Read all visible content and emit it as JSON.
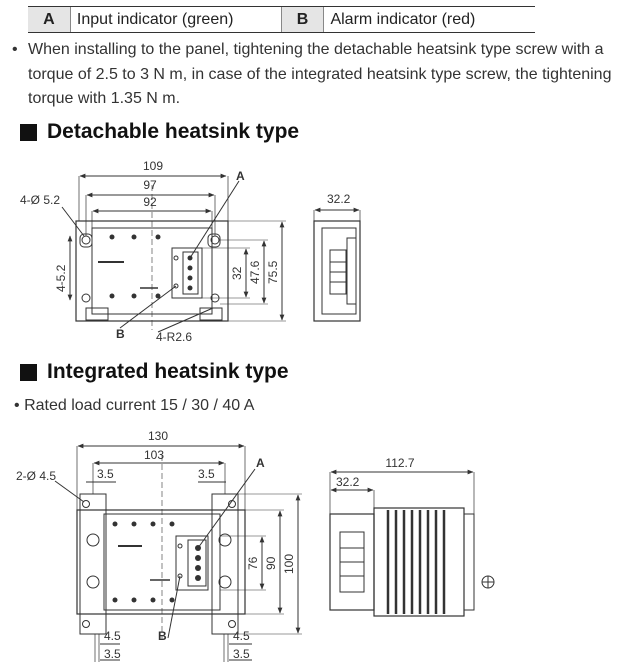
{
  "legend": {
    "a_key": "A",
    "a_label": "Input indicator (green)",
    "b_key": "B",
    "b_label": "Alarm indicator (red)"
  },
  "note": {
    "bullet": "•",
    "text": "When installing to the panel, tightening the detachable heatsink type screw with a torque of 2.5 to 3 N m, in case of the integrated heatsink type screw, the tightening torque with 1.35 N m."
  },
  "detachable": {
    "title": "Detachable heatsink type",
    "dims": {
      "width_total": "109",
      "width_mid": "97",
      "width_inner": "92",
      "hole": "4-Ø 5.2",
      "side_slot": "4-5.2",
      "h32": "32",
      "h47": "47.6",
      "h75": "75.5",
      "radius": "4-R2.6",
      "depth": "32.2",
      "label_a": "A",
      "label_b": "B"
    }
  },
  "integrated": {
    "title": "Integrated heatsink type",
    "bullet": "•",
    "rated": "Rated load current 15 / 30 / 40 A",
    "dims": {
      "width_total": "130",
      "width_mid": "103",
      "hole": "2-Ø 4.5",
      "offset_left": "3.5",
      "offset_right": "3.5",
      "h76": "76",
      "h90": "90",
      "h100": "100",
      "bottom_l1": "4.5",
      "bottom_l2": "3.5",
      "bottom_r1": "4.5",
      "bottom_r2": "3.5",
      "depth_total": "112.7",
      "depth_front": "32.2",
      "label_a": "A",
      "label_b": "B"
    }
  }
}
